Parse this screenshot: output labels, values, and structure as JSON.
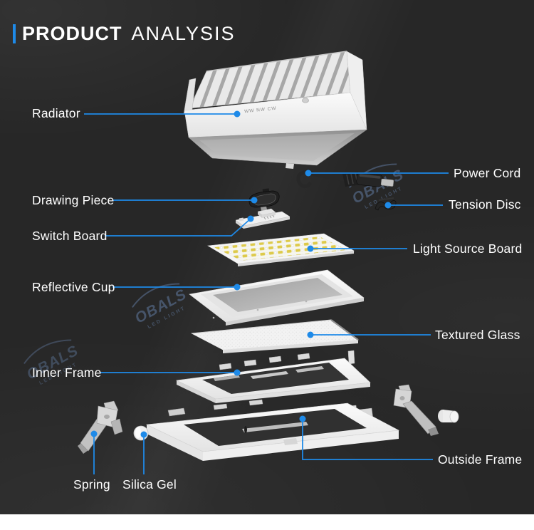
{
  "page": {
    "background_dark": "#272727",
    "accent_blue": "#1E8AE8",
    "label_text": "#FFFFFF"
  },
  "header": {
    "title_bold": "PRODUCT",
    "title_light": "ANALYSIS"
  },
  "watermark": {
    "brand": "OBALS",
    "tagline": "LED LIGHT"
  },
  "diagram": {
    "radiator_marking": "WW NW CW",
    "labels": {
      "radiator": "Radiator",
      "power_cord": "Power Cord",
      "drawing_piece": "Drawing Piece",
      "tension_disc": "Tension Disc",
      "switch_board": "Switch Board",
      "light_source_board": "Light Source Board",
      "reflective_cup": "Reflective Cup",
      "textured_glass": "Textured Glass",
      "inner_frame": "Inner Frame",
      "outside_frame": "Outside Frame",
      "spring": "Spring",
      "silica_gel": "Silica Gel"
    }
  }
}
